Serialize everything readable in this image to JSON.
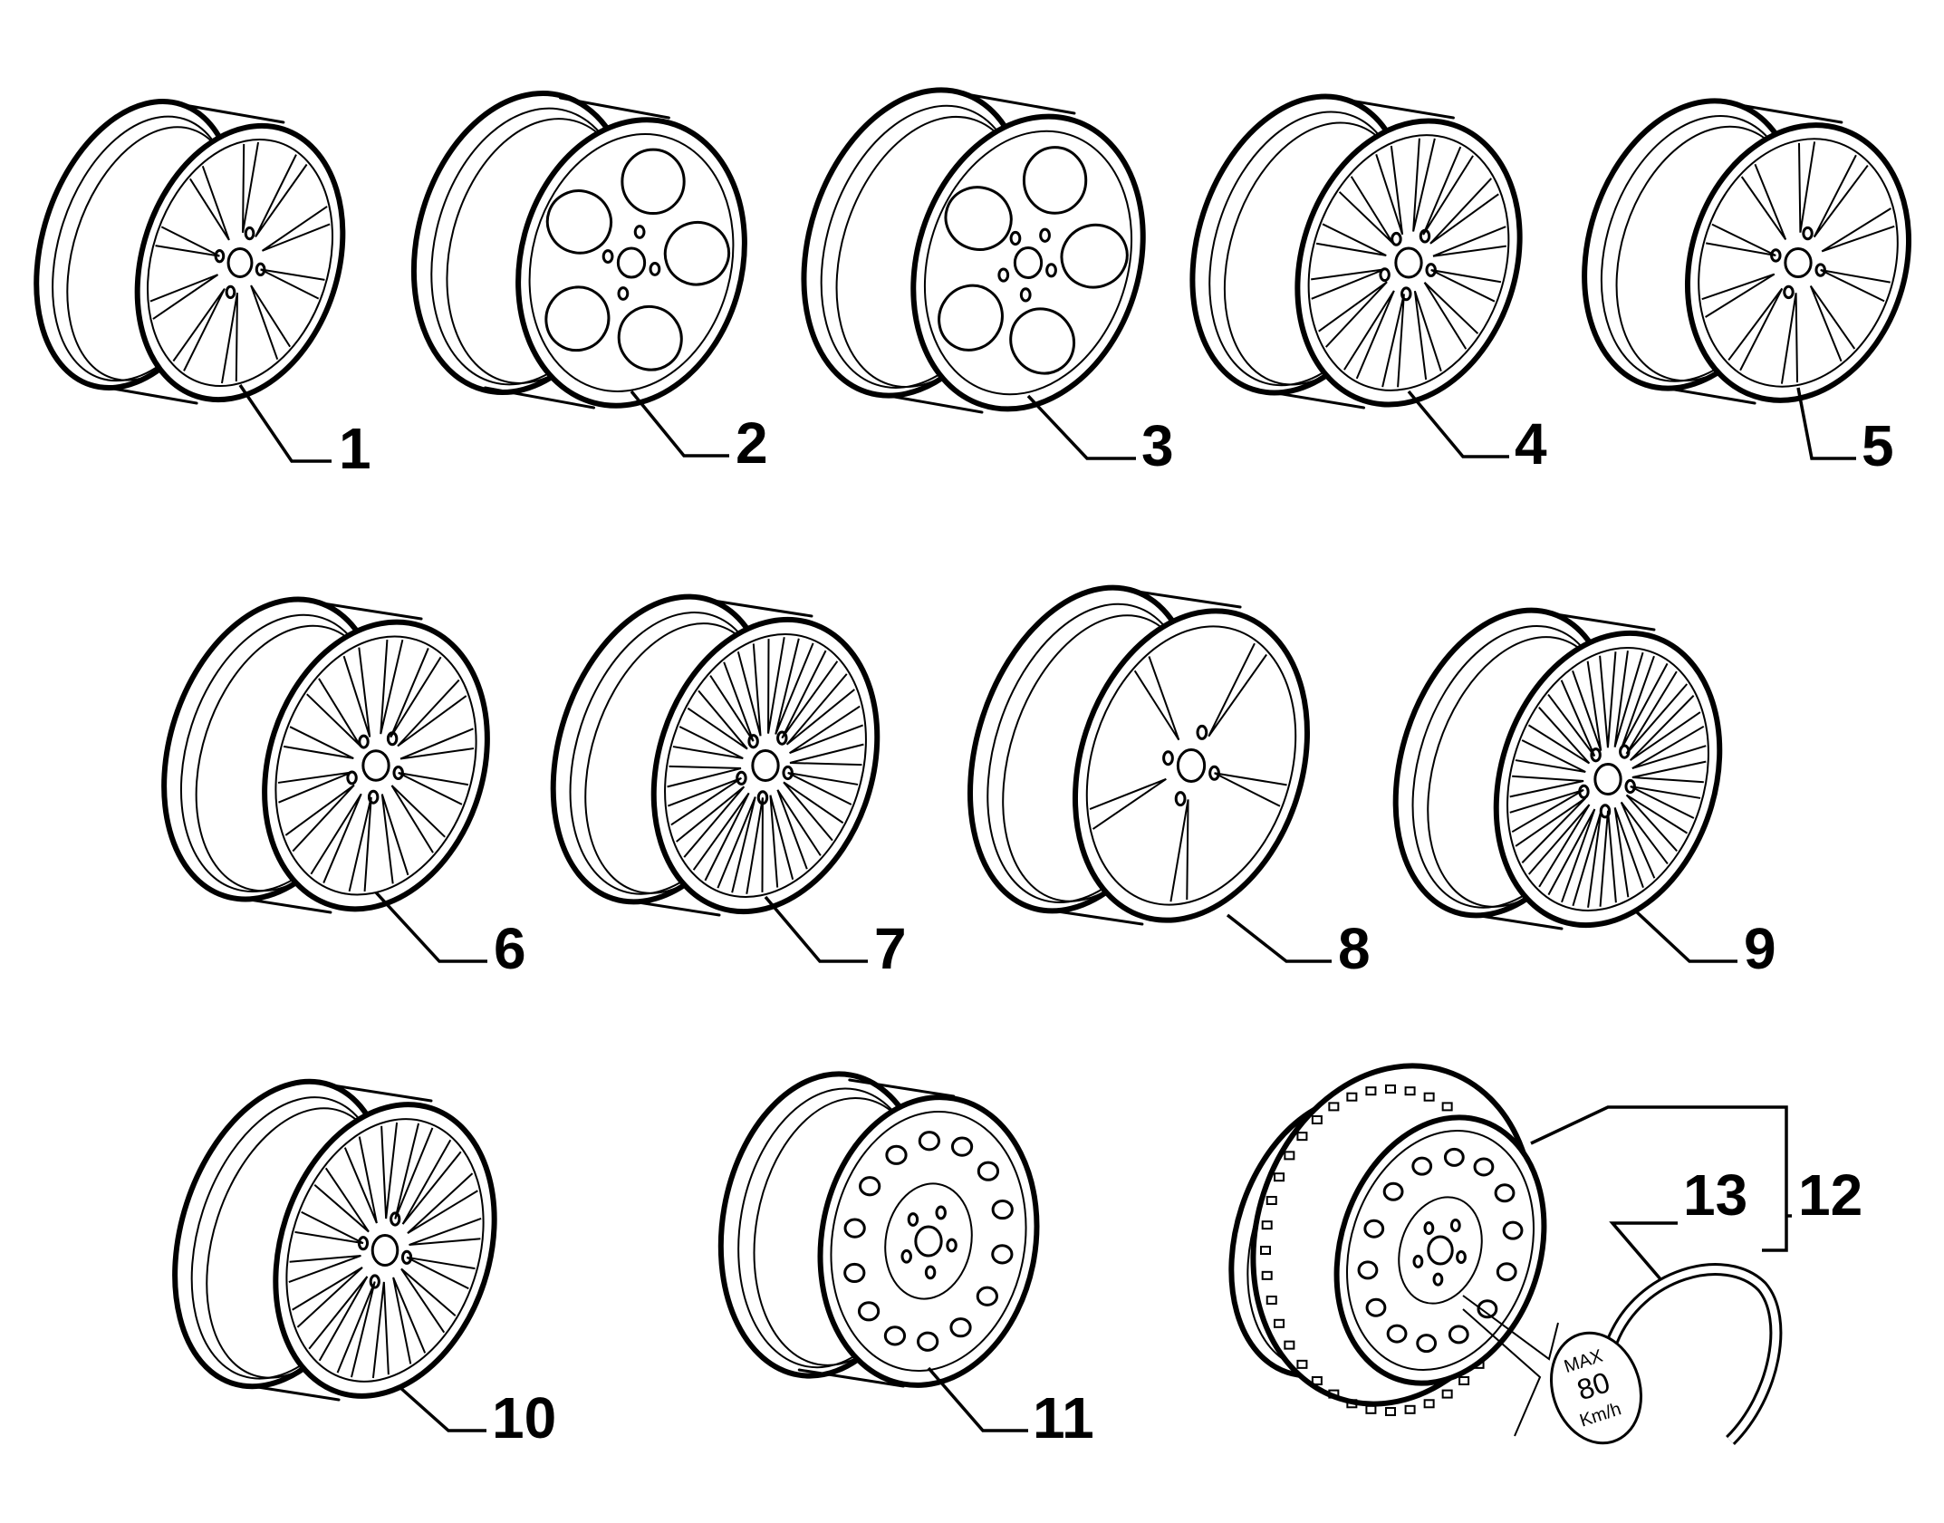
{
  "diagram": {
    "callouts": [
      {
        "id": 1,
        "label": "1"
      },
      {
        "id": 2,
        "label": "2"
      },
      {
        "id": 3,
        "label": "3"
      },
      {
        "id": 4,
        "label": "4"
      },
      {
        "id": 5,
        "label": "5"
      },
      {
        "id": 6,
        "label": "6"
      },
      {
        "id": 7,
        "label": "7"
      },
      {
        "id": 8,
        "label": "8"
      },
      {
        "id": 9,
        "label": "9"
      },
      {
        "id": 10,
        "label": "10"
      },
      {
        "id": 11,
        "label": "11"
      },
      {
        "id": 12,
        "label": "12"
      },
      {
        "id": 13,
        "label": "13"
      }
    ],
    "sticker": {
      "line1": "MAX",
      "line2": "80",
      "line3": "Km/h"
    },
    "wheels": [
      {
        "name": "wheel-1",
        "design": "10-spoke-split",
        "spokes": 10,
        "bolts": 4
      },
      {
        "name": "wheel-2",
        "design": "5-hole-round",
        "spokes": 5,
        "bolts": 4
      },
      {
        "name": "wheel-3",
        "design": "5-hole-petal",
        "spokes": 5,
        "bolts": 5
      },
      {
        "name": "wheel-4",
        "design": "multi-spoke-star",
        "spokes": 14,
        "bolts": 5
      },
      {
        "name": "wheel-5",
        "design": "10-spoke-split",
        "spokes": 10,
        "bolts": 4
      },
      {
        "name": "wheel-6",
        "design": "7-double-spoke",
        "spokes": 14,
        "bolts": 5
      },
      {
        "name": "wheel-7",
        "design": "multi-spoke-fine",
        "spokes": 20,
        "bolts": 5
      },
      {
        "name": "wheel-8",
        "design": "5-spoke-wide",
        "spokes": 5,
        "bolts": 4
      },
      {
        "name": "wheel-9",
        "design": "multi-spoke-dense",
        "spokes": 22,
        "bolts": 5
      },
      {
        "name": "wheel-10",
        "design": "multi-spoke-star",
        "spokes": 16,
        "bolts": 4
      },
      {
        "name": "wheel-11",
        "design": "steel-holes",
        "spokes": 0,
        "bolts": 5
      },
      {
        "name": "wheel-12",
        "design": "spare-with-tyre",
        "spokes": 0,
        "bolts": 5
      }
    ]
  }
}
